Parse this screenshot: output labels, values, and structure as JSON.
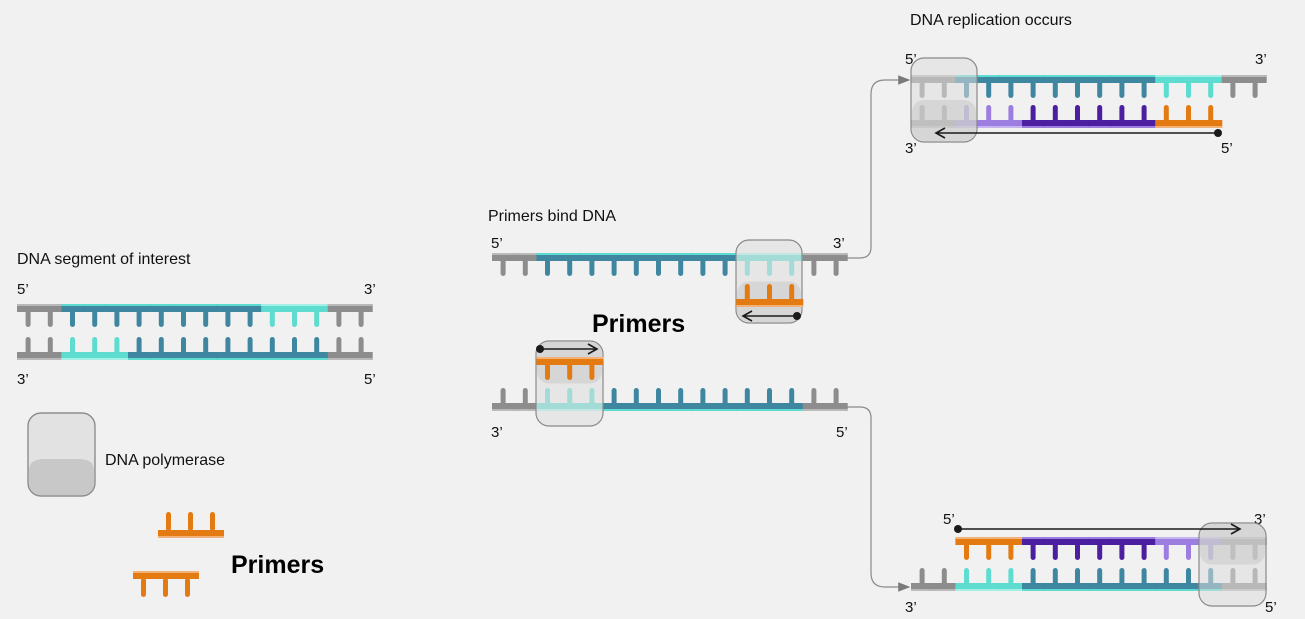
{
  "colors": {
    "background": "#f1f1f1",
    "grey": "#8d8d8d",
    "grey_light": "#b9b9b9",
    "teal_dark": "#3f87a0",
    "cyan": "#5ddccf",
    "orange": "#e37b12",
    "orange_light": "#f2b277",
    "purple_dark": "#4b1fa0",
    "purple_light": "#9b7ee0",
    "polymerase_fill": "#dcdcdc",
    "polymerase_shade": "#c6c6c6",
    "polymerase_stroke": "#8a8a8a",
    "arrow": "#1a1a1a",
    "connector": "#8a8a8a"
  },
  "legend": {
    "segment_title": "DNA segment of interest",
    "polymerase_label": "DNA polymerase",
    "primers_label": "Primers"
  },
  "stages": {
    "segment": {
      "top_left_end": "5’",
      "top_right_end": "3’",
      "bottom_left_end": "3’",
      "bottom_right_end": "5’"
    },
    "bind": {
      "title": "Primers bind DNA",
      "primers_label": "Primers",
      "upper_left_end": "5’",
      "upper_right_end": "3’",
      "lower_left_end": "3’",
      "lower_right_end": "5’"
    },
    "replication": {
      "title": "DNA replication occurs",
      "top_left_end": "5’",
      "top_right_end": "3’",
      "bottom_left_end": "3’",
      "bottom_right_end": "5’"
    },
    "replication_lower": {
      "top_left_end": "5’",
      "top_right_end": "3’",
      "bottom_left_end": "3’",
      "bottom_right_end": "5’"
    }
  },
  "strands": {
    "segment_top": [
      "grey",
      "grey",
      "teal_dark",
      "teal_dark",
      "teal_dark",
      "teal_dark",
      "teal_dark",
      "teal_dark",
      "teal_dark",
      "teal_dark",
      "teal_dark",
      "cyan",
      "cyan",
      "cyan",
      "grey",
      "grey"
    ],
    "segment_bottom": [
      "grey",
      "grey",
      "cyan",
      "cyan",
      "cyan",
      "teal_dark",
      "teal_dark",
      "teal_dark",
      "teal_dark",
      "teal_dark",
      "teal_dark",
      "teal_dark",
      "teal_dark",
      "teal_dark",
      "grey",
      "grey"
    ],
    "bind_upper": [
      "grey",
      "grey",
      "teal_dark",
      "teal_dark",
      "teal_dark",
      "teal_dark",
      "teal_dark",
      "teal_dark",
      "teal_dark",
      "teal_dark",
      "teal_dark",
      "cyan",
      "cyan",
      "cyan",
      "grey",
      "grey"
    ],
    "bind_lower": [
      "grey",
      "grey",
      "cyan",
      "cyan",
      "cyan",
      "teal_dark",
      "teal_dark",
      "teal_dark",
      "teal_dark",
      "teal_dark",
      "teal_dark",
      "teal_dark",
      "teal_dark",
      "teal_dark",
      "grey",
      "grey"
    ],
    "rep_top_template": [
      "grey",
      "grey",
      "teal_dark",
      "teal_dark",
      "teal_dark",
      "teal_dark",
      "teal_dark",
      "teal_dark",
      "teal_dark",
      "teal_dark",
      "teal_dark",
      "cyan",
      "cyan",
      "cyan",
      "grey",
      "grey"
    ],
    "rep_top_new": [
      "grey",
      "grey",
      "purple_light",
      "purple_light",
      "purple_light",
      "purple_dark",
      "purple_dark",
      "purple_dark",
      "purple_dark",
      "purple_dark",
      "purple_dark",
      "orange",
      "orange",
      "orange",
      null,
      null
    ],
    "rep_bottom_template": [
      "grey",
      "grey",
      "cyan",
      "cyan",
      "cyan",
      "teal_dark",
      "teal_dark",
      "teal_dark",
      "teal_dark",
      "teal_dark",
      "teal_dark",
      "teal_dark",
      "teal_dark",
      "teal_dark",
      "grey",
      "grey"
    ],
    "rep_bottom_new": [
      null,
      null,
      "orange",
      "orange",
      "orange",
      "purple_dark",
      "purple_dark",
      "purple_dark",
      "purple_dark",
      "purple_dark",
      "purple_dark",
      "purple_light",
      "purple_light",
      "purple_light",
      "grey",
      "grey"
    ]
  }
}
